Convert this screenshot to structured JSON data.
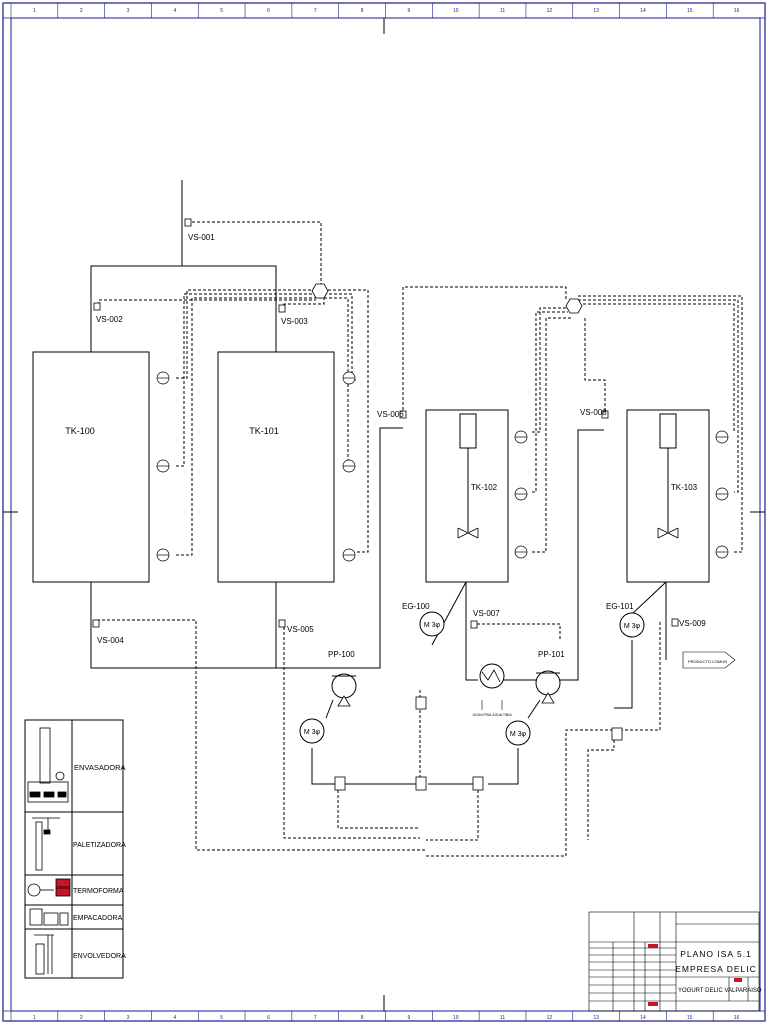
{
  "frame": {
    "col_markers": [
      "1",
      "2",
      "3",
      "4",
      "5",
      "6",
      "7",
      "8",
      "9",
      "10",
      "11",
      "12",
      "13",
      "14",
      "15",
      "16"
    ]
  },
  "tanks": [
    {
      "tag": "TK-100"
    },
    {
      "tag": "TK-101"
    },
    {
      "tag": "TK-102"
    },
    {
      "tag": "TK-103"
    }
  ],
  "valves": [
    {
      "tag": "VS-001"
    },
    {
      "tag": "VS-002"
    },
    {
      "tag": "VS-003"
    },
    {
      "tag": "VS-004"
    },
    {
      "tag": "VS-005"
    },
    {
      "tag": "VS-006"
    },
    {
      "tag": "VS-007"
    },
    {
      "tag": "VS-008"
    },
    {
      "tag": "VS-009"
    }
  ],
  "pumps": [
    {
      "tag": "PP-100"
    },
    {
      "tag": "PP-101"
    }
  ],
  "agitators": [
    {
      "tag": "EG-100"
    },
    {
      "tag": "EG-101"
    }
  ],
  "motor_label": "M 3φ",
  "exchanger": {
    "in_label": "AGUA FRIA",
    "out_label": "AGUA TIBIA"
  },
  "off_page": {
    "label": "PRODUCTO COMUN"
  },
  "legend": [
    {
      "label": "ENVASADORA"
    },
    {
      "label": "PALETIZADORA"
    },
    {
      "label": "TERMOFORMA"
    },
    {
      "label": "EMPACADORA"
    },
    {
      "label": "ENVOLVEDORA"
    }
  ],
  "title_block": {
    "line1": "PLANO ISA 5.1",
    "line2": "EMPRESA DELIC",
    "line3": "YOGURT DELIC VALPARAISO"
  }
}
